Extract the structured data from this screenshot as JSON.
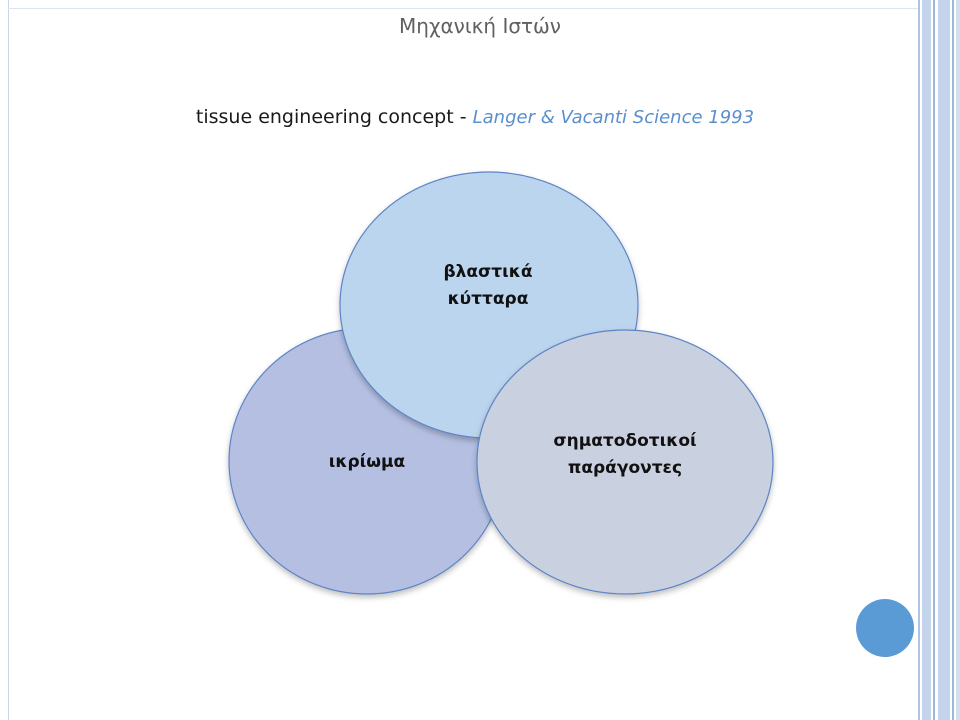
{
  "header": {
    "title": "Μηχανική Ιστών"
  },
  "subtitle": {
    "concept": "tissue engineering concept",
    "separator": " - ",
    "reference": "Langer & Vacanti Science 1993"
  },
  "diagram": {
    "circles": [
      {
        "id": "scaffold",
        "label": "ικρίωμα",
        "fill": "#b4bfe2"
      },
      {
        "id": "stem-cells",
        "label_line1": "βλαστικά",
        "label_line2": "κύτταρα",
        "fill": "#bcd5ee"
      },
      {
        "id": "signaling",
        "label_line1": "σηματοδοτικοί",
        "label_line2": "παράγοντες",
        "fill": "#c9d0df"
      }
    ],
    "outline_color": "#5c84c6"
  },
  "colors": {
    "page_dot": "#5b9bd5",
    "accent": "#5a8fcf"
  }
}
